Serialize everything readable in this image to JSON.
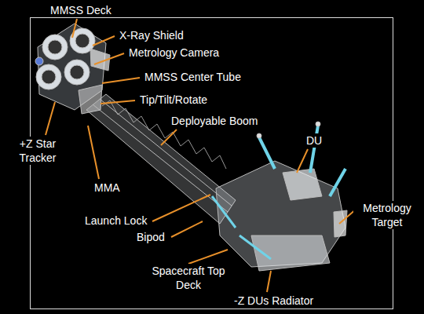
{
  "diagram": {
    "labels": [
      "MMSS Deck",
      "X-Ray Shield",
      "Metrology Camera",
      "MMSS Center Tube",
      "Tip/Tilt/Rotate",
      "Deployable Boom",
      "+Z Star Tracker",
      "MMA",
      "DU",
      "Launch Lock",
      "Metrology Target",
      "Bipod",
      "Spacecraft Top Deck",
      "-Z DUs Radiator"
    ]
  }
}
